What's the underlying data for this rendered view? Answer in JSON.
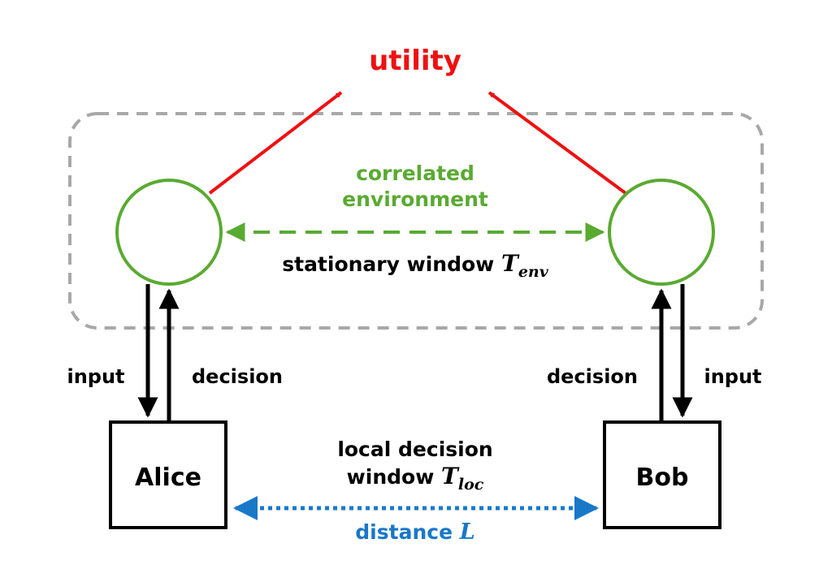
{
  "utility": {
    "text": "utility",
    "color": "#ee1111"
  },
  "environment": {
    "line1": "correlated",
    "line2": "environment",
    "color": "#5aaa32",
    "boundary_color": "#a8a8a8"
  },
  "stationary": {
    "text": "stationary window ",
    "symbol": "T",
    "subscript": "env"
  },
  "alice": {
    "label": "Alice",
    "input_label": "input",
    "decision_label": "decision"
  },
  "bob": {
    "label": "Bob",
    "input_label": "input",
    "decision_label": "decision"
  },
  "local": {
    "line1": "local decision",
    "line2": "window ",
    "symbol": "T",
    "subscript": "loc"
  },
  "distance": {
    "text": "distance ",
    "symbol": "L",
    "color": "#1a78c8"
  },
  "colors": {
    "text": "#000000"
  }
}
